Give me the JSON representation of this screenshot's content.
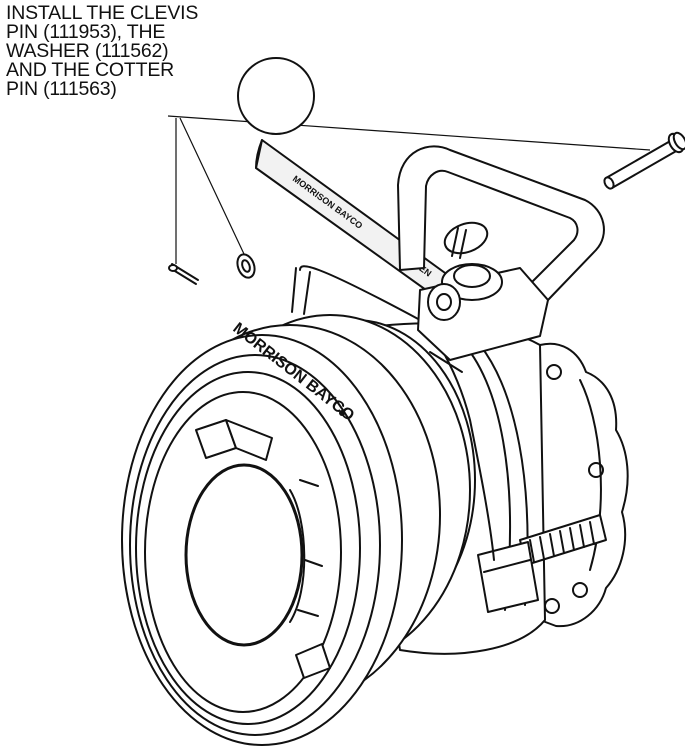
{
  "instruction": {
    "lines": [
      "INSTALL THE CLEVIS",
      "PIN (111953), THE",
      "WASHER (111562)",
      "AND THE COTTER",
      "PIN (111563)"
    ]
  },
  "branding": {
    "body_text": "MORRISON BAYCO",
    "handle_text": "MORRISON BAYCO"
  },
  "colors": {
    "line": "#111111",
    "background": "#ffffff"
  }
}
